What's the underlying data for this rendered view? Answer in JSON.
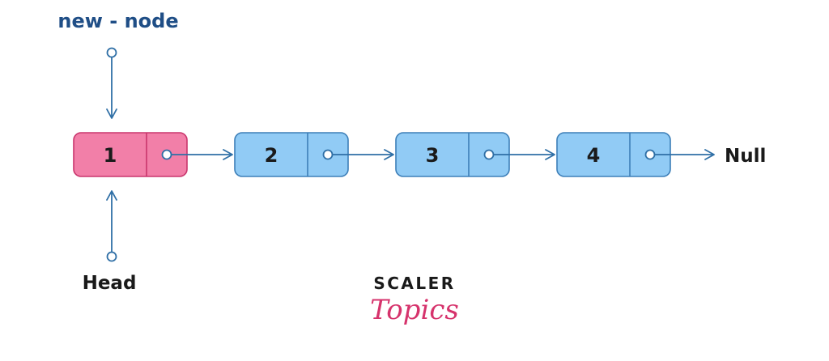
{
  "labels": {
    "new_node": "new - node",
    "head": "Head",
    "null": "Null"
  },
  "nodes": [
    {
      "value": "1",
      "highlight": true
    },
    {
      "value": "2",
      "highlight": false
    },
    {
      "value": "3",
      "highlight": false
    },
    {
      "value": "4",
      "highlight": false
    }
  ],
  "logo": {
    "line1": "SCALER",
    "line2": "Topics"
  },
  "colors": {
    "new_node_fill": "#f27fa8",
    "new_node_stroke": "#c9366d",
    "node_fill": "#91cbf5",
    "node_stroke": "#3d7fb8",
    "arrow": "#2f6fa6",
    "label_blue": "#1f4e86",
    "text_dark": "#1a1a1a",
    "logo_pink": "#d6336c"
  }
}
